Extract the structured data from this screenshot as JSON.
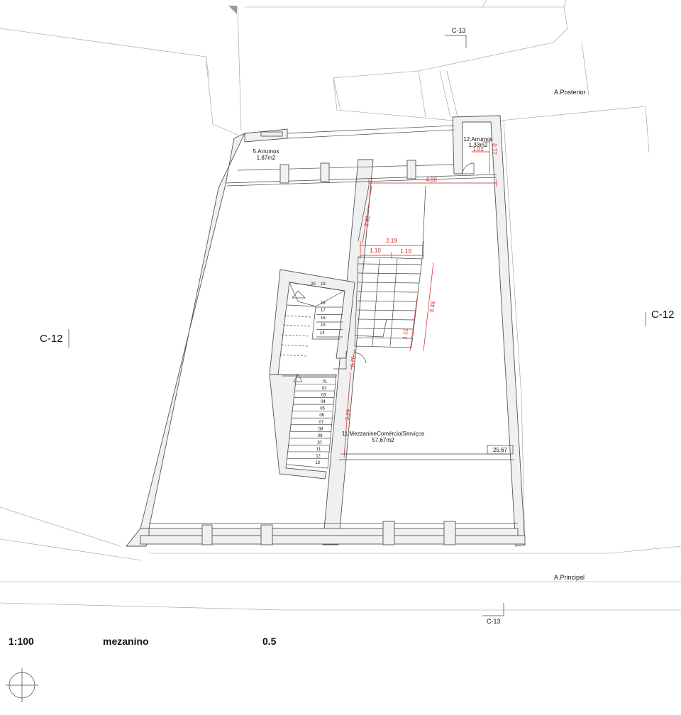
{
  "labels": {
    "c13_top": "C-13",
    "c13_bottom": "C-13",
    "c12_left": "C-12",
    "c12_right": "C-12",
    "a_posterior": "A.Posterior",
    "a_principal": "A.Principal"
  },
  "rooms": {
    "r5_name": "5.Arrumos",
    "r5_area": "1.87m2",
    "r12_name": "12.Arrumos",
    "r12_area": "1.33m2",
    "r11_name": "11.MezzanineComércio|Serviços",
    "r11_area": "57.67m2",
    "level_mark": "25.67"
  },
  "dimensions": {
    "d_460": "4.60",
    "d_281": "2.81",
    "d_219": "2.19",
    "d_110a": "1.10",
    "d_110b": "1.10",
    "d_338": "3.38",
    "d_110c": "1.10",
    "d_076": "0.76",
    "d_329": "3.29",
    "d_102": "1.02",
    "d_077": "0.77"
  },
  "stairs": {
    "upper_steps": [
      "20",
      "19",
      "18",
      "17",
      "16",
      "15",
      "14"
    ],
    "lower_steps": [
      "13",
      "12",
      "11",
      "10",
      "09",
      "08",
      "07",
      "06",
      "05",
      "04",
      "03",
      "02",
      "01"
    ]
  },
  "footer": {
    "scale": "1:100",
    "level_name": "mezanino",
    "level_value": "0.5"
  }
}
